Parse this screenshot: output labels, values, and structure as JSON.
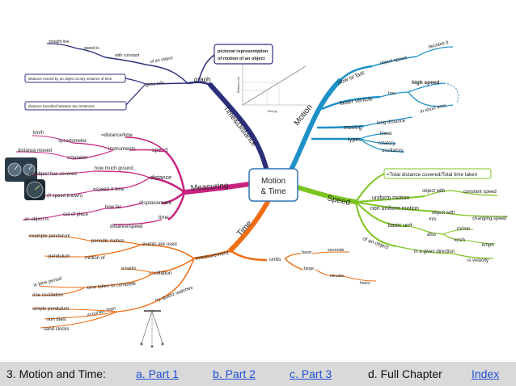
{
  "center": {
    "line1": "Motion",
    "line2": "& Time"
  },
  "branches": {
    "motion": "Motion",
    "speed": "Speed",
    "time": "Time",
    "measuring": "Measuring",
    "time_distance": "Time&Distance"
  },
  "graph": {
    "title": "graph",
    "box": {
      "line1": "pictorial representation",
      "line2": "of motion of an object"
    },
    "of_an_object": "of an object",
    "with_constant": "with constant",
    "speed_is": "speed is",
    "straight_line": "straight line",
    "gives_info": "gives info",
    "box2": "distance moved by an object at any instance of time",
    "box3": "distance travelled between two instances",
    "axis_y": "Distance (m)",
    "axis_x": "Time (s)"
  },
  "motion": {
    "slow_or_fast": "slow or fast",
    "object_speed": "object speed",
    "decides_it": "decides it",
    "faster_vehicle": "faster vehicle",
    "has": "has",
    "high_speed": "high speed",
    "in_short_time": "in short time",
    "moving": "moving",
    "long_distance": "long distance",
    "types": "types",
    "linear": "linear",
    "rotatory": "rotatory",
    "oscillatory": "oscillatory"
  },
  "speed": {
    "formula": "=Total distance covered/Total time taken",
    "uniform_motion": "uniform motion",
    "object_with": "object with",
    "constant_speed": "constant speed",
    "non_uniform_motion": "non uniform motion",
    "object_with2": "object with",
    "changing_speed": "changing speed",
    "basic_unit": "basic unit",
    "ms": "m/s",
    "also": "also",
    "mmin": "m/min",
    "kmh": "km/h",
    "kmph": "kmph",
    "of_an_object": "of an object",
    "in_given_direction": "in a given direction",
    "is_velocity": "is velocity"
  },
  "measuring": {
    "speed": "speed",
    "distance_time": "=distance/time",
    "instruments": "instruments",
    "speedometer": "speedometer",
    "kmh": "km/h",
    "odometer": "odometer",
    "distance_moved": "distance moved",
    "distance": "distance",
    "how_much_ground": "how much ground",
    "object_covered": "an object has covered",
    "speed_x_time": "=speed X time",
    "if_speed_known": "(if speed known)",
    "displacement": "displacement",
    "how_far": "how far",
    "out_of_place": "out of place",
    "object_is": "an object is",
    "time": "time",
    "distance_speed": "distance/speed"
  },
  "time": {
    "measurement": "measurement",
    "events_are_used": "events are used",
    "periodic_motion": "periodic motion",
    "example_pendulum": "example pendulum",
    "motion_of": "motion of",
    "pendulum": "pendulum",
    "oscillation": "oscillation",
    "is_to_and_fro": "is to&fro",
    "time_taken": "time taken to complete",
    "is_time_period": "is time period",
    "one_oscillation": "one oscillation",
    "try_quartz": "try quartz watches",
    "accurate_than": "accurate than",
    "simple_pendulum": "simple pendulum",
    "sun_dials": "sun dials",
    "sand_clocks": "sand clocks",
    "units": "units",
    "basic": "basic",
    "seconds": "seconds",
    "large": "large",
    "minutes": "minutes",
    "hours": "hours"
  },
  "footer": {
    "title": "3. Motion and Time:",
    "part1": "a. Part 1",
    "part2": "b. Part 2",
    "part3": "c. Part 3",
    "full": "d. Full Chapter",
    "index": "Index"
  },
  "colors": {
    "time_distance": "#2b2f7a",
    "motion": "#1e90c8",
    "speed": "#7cc421",
    "time": "#ee6e15",
    "measuring": "#c8227e",
    "link": "#1f4fd6",
    "footer_bg": "#d9d9d9"
  }
}
